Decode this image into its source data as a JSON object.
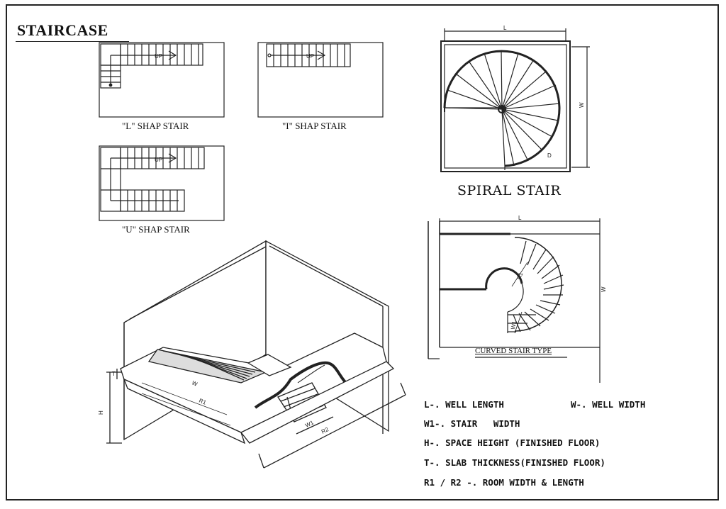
{
  "title": "STAIRCASE",
  "captions": {
    "l_stair": "\"L\" SHAP STAIR",
    "i_stair": "\"I\" SHAP STAIR",
    "u_stair": "\"U\" SHAP STAIR",
    "spiral": "SPIRAL STAIR",
    "curved": "CURVED STAIR TYPE"
  },
  "dimension_labels": {
    "up": "UP",
    "down": "D",
    "length": "L",
    "width": "W",
    "stair_width": "W1",
    "height": "H",
    "slab": "T",
    "r1": "R1",
    "r2": "R2"
  },
  "legend": {
    "well_length": "L-. WELL LENGTH",
    "well_width": "W-. WELL WIDTH",
    "stair_width": "W1-. STAIR   WIDTH",
    "space_height": "H-. SPACE HEIGHT (FINISHED FLOOR)",
    "slab_thickness": "T-. SLAB THICKNESS(FINISHED FLOOR)",
    "room": "R1 / R2 -. ROOM WIDTH & LENGTH"
  }
}
